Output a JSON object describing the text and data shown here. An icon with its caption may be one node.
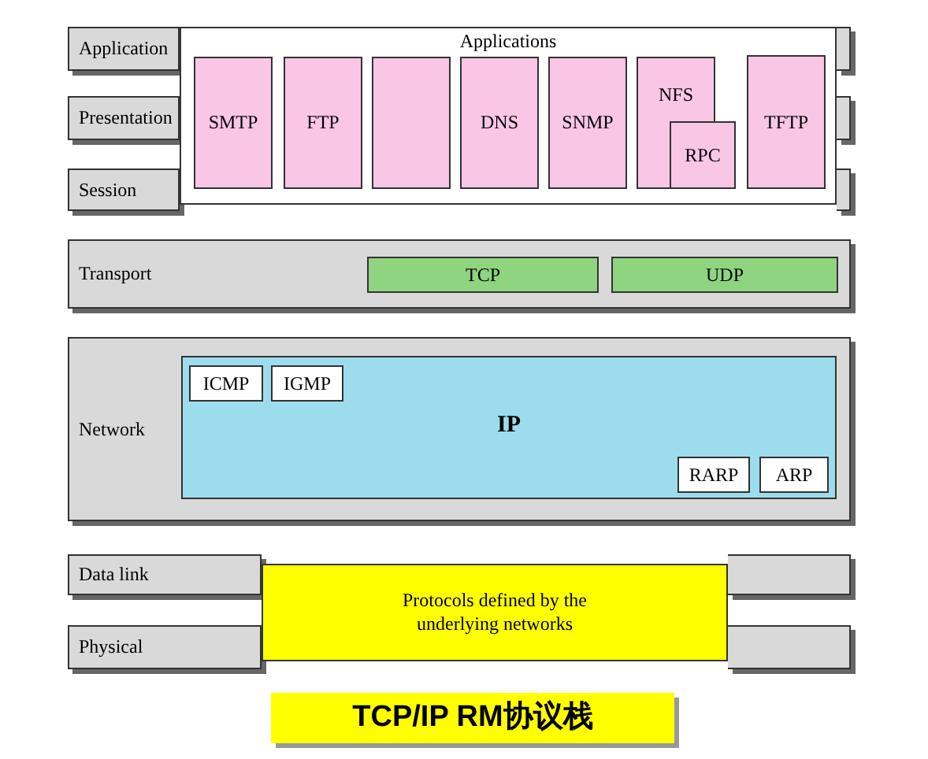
{
  "diagram": {
    "title": "TCP/IP RM协议栈",
    "nodes": [
      {
        "text": [
          "Application"
        ]
      },
      {
        "text": [
          "Presentation"
        ]
      },
      {
        "text": [
          "Session"
        ]
      },
      {
        "text": [
          "Applications"
        ]
      },
      {
        "text": [
          "SMTP"
        ],
        "in": 3
      },
      {
        "text": [
          "FTP"
        ],
        "in": 3
      },
      {
        "text": [],
        "shape": "box",
        "in": 3
      },
      {
        "text": [
          "DNS"
        ],
        "in": 3
      },
      {
        "text": [
          "SNMP"
        ],
        "in": 3
      },
      {
        "text": [
          "NFS"
        ],
        "in": 3
      },
      {
        "text": [
          "RPC"
        ],
        "in": 3
      },
      {
        "text": [
          "TFTP"
        ],
        "in": 3
      },
      {
        "text": [
          "Transport"
        ]
      },
      {
        "text": [
          "TCP"
        ],
        "in": 12
      },
      {
        "text": [
          "UDP"
        ],
        "in": 12
      },
      {
        "text": [
          "Network"
        ]
      },
      {
        "text": [
          "IP"
        ],
        "in": 15
      },
      {
        "text": [
          "ICMP"
        ],
        "in": 16
      },
      {
        "text": [
          "IGMP"
        ],
        "in": 16
      },
      {
        "text": [
          "RARP"
        ],
        "in": 16
      },
      {
        "text": [
          "ARP"
        ],
        "in": 16
      },
      {
        "text": [
          "Data link"
        ]
      },
      {
        "text": [
          "Physical"
        ]
      },
      {
        "text": [
          "Protocols defined by the underlying networks"
        ]
      }
    ],
    "edges": []
  }
}
